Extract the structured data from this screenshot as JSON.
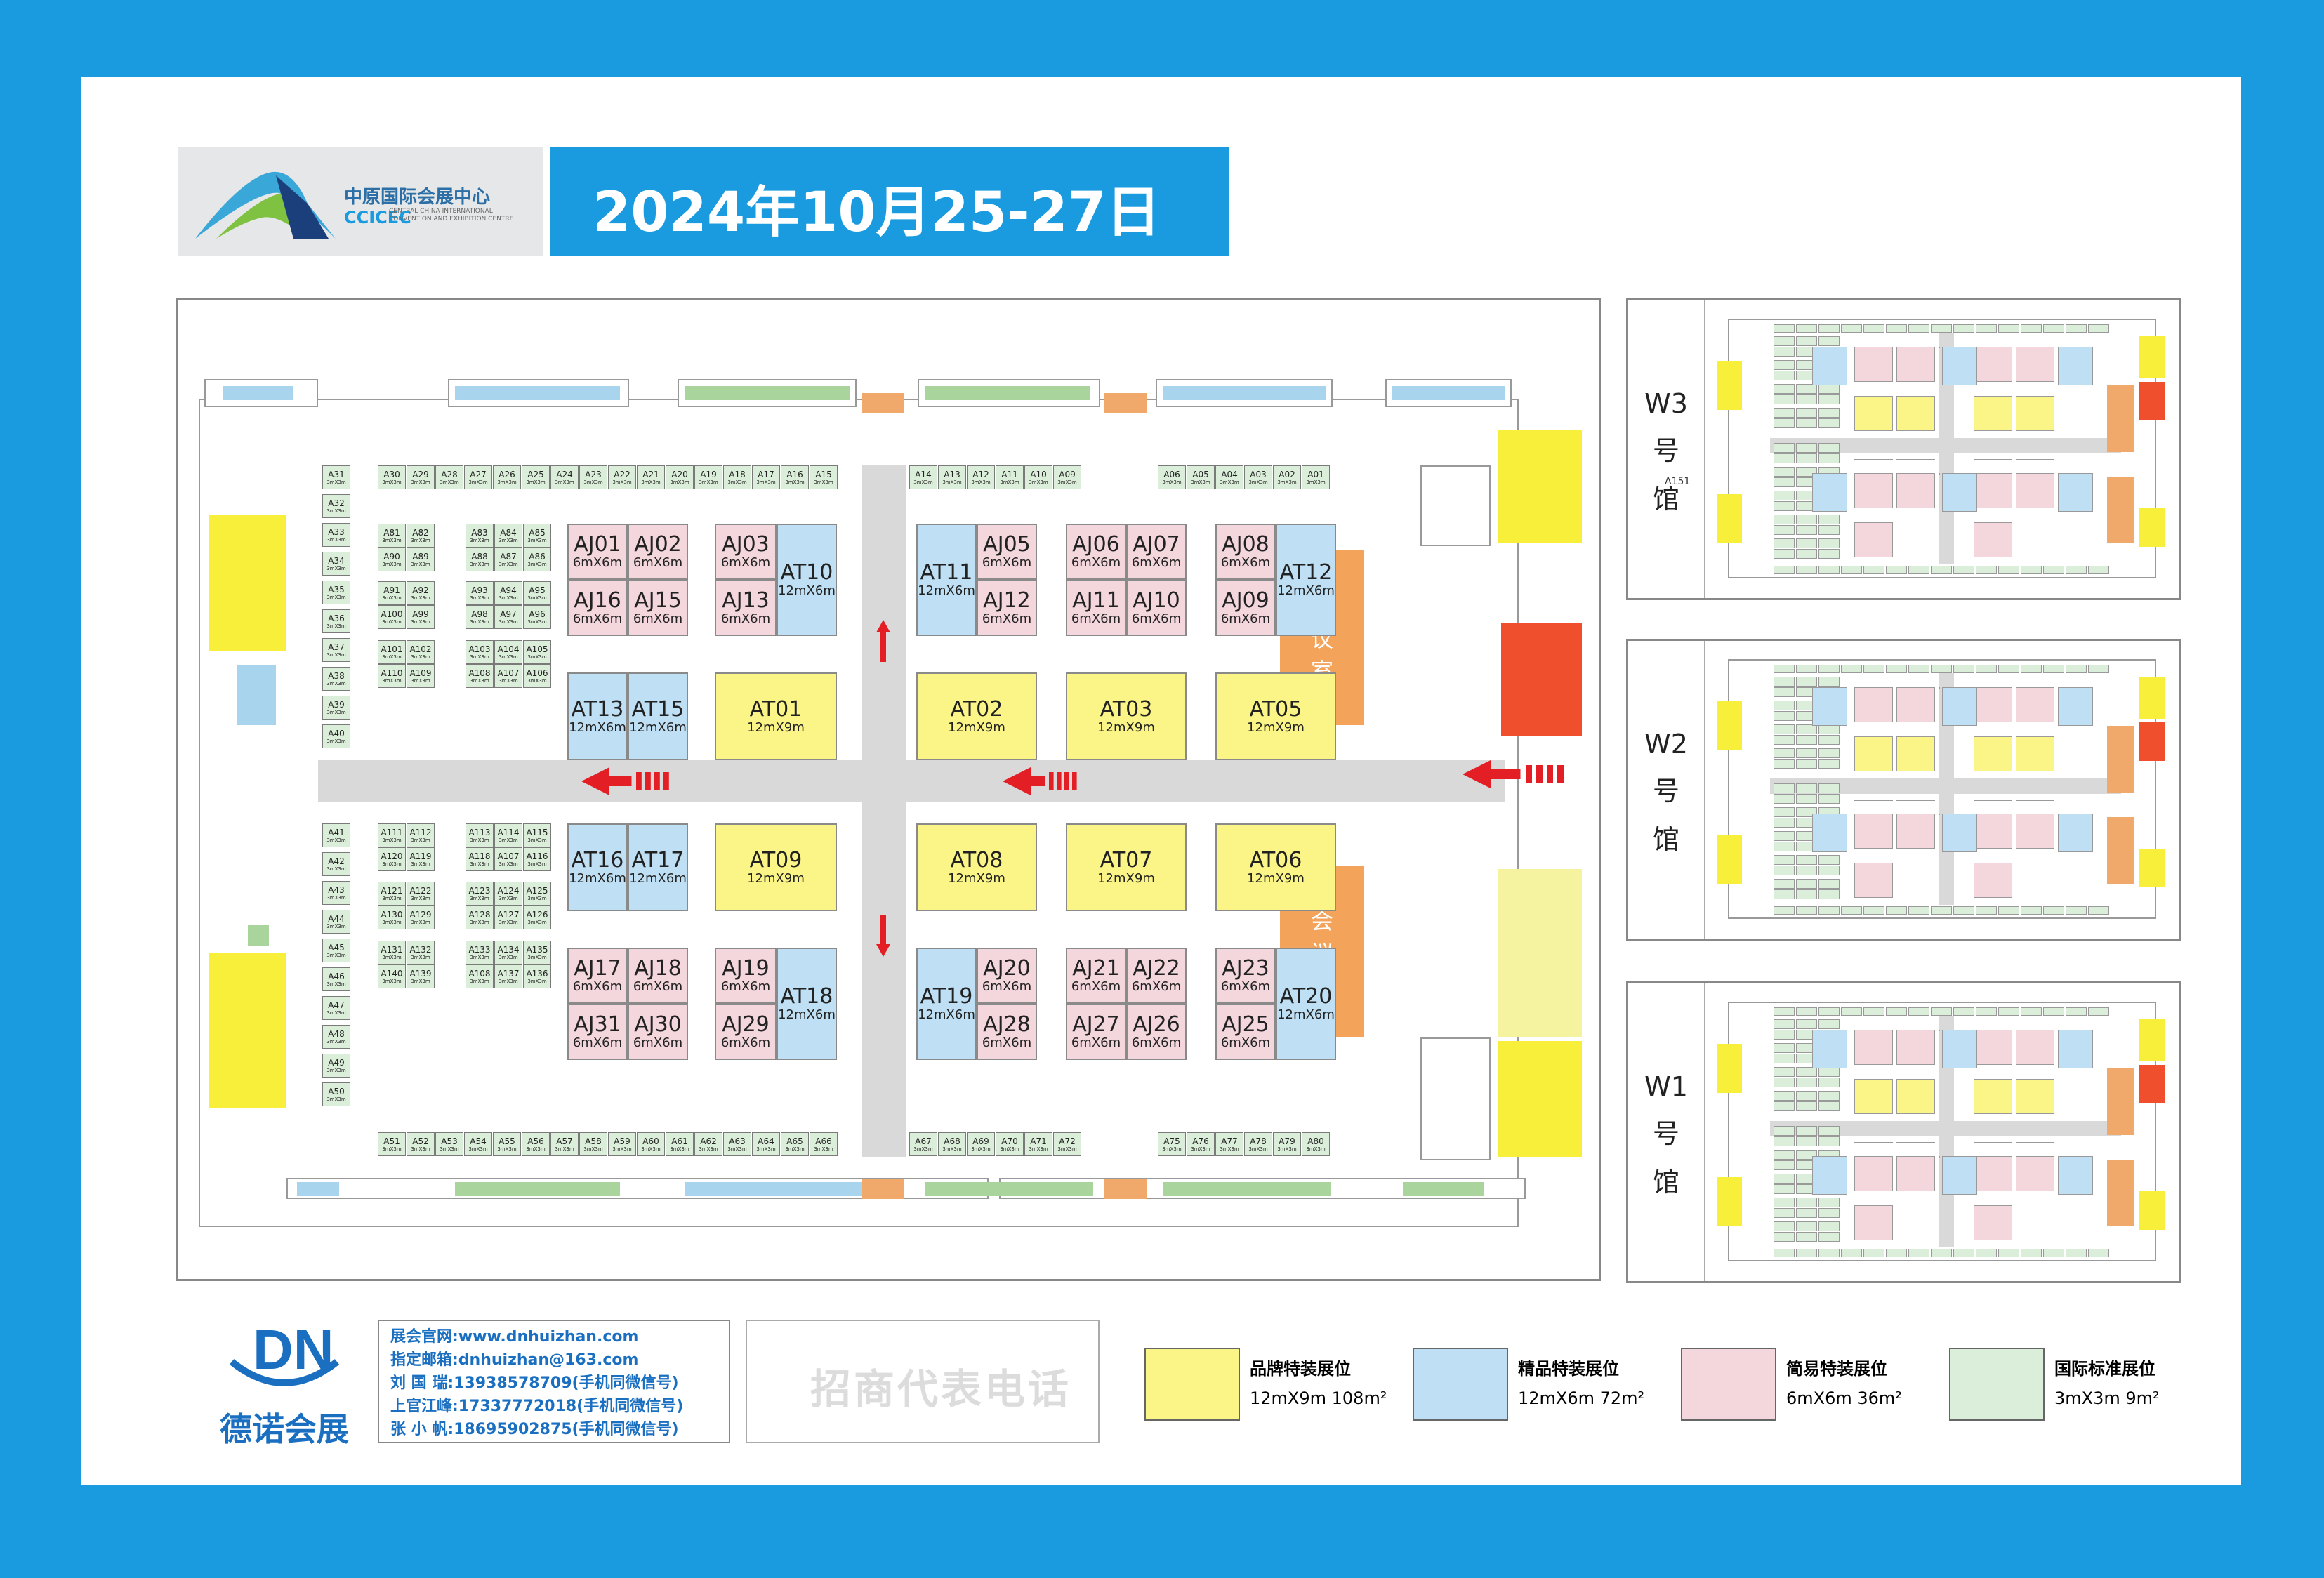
{
  "header": {
    "venue_cn": "中原国际会展中心",
    "venue_abbr": "CCICEC",
    "venue_en": "CENTRAL CHINA INTERNATIONAL CONVENTION AND EXHIBITION CENTRE",
    "date": "2024年10月25-27日"
  },
  "map": {
    "at_booths": [
      {
        "id": "AT01",
        "size": "12mX9m"
      },
      {
        "id": "AT02",
        "size": "12mX9m"
      },
      {
        "id": "AT03",
        "size": "12mX9m"
      },
      {
        "id": "AT05",
        "size": "12mX9m"
      },
      {
        "id": "AT09",
        "size": "12mX9m"
      },
      {
        "id": "AT08",
        "size": "12mX9m"
      },
      {
        "id": "AT07",
        "size": "12mX9m"
      },
      {
        "id": "AT06",
        "size": "12mX9m"
      }
    ],
    "blue_booths": [
      {
        "id": "AT10",
        "size": "12mX6m"
      },
      {
        "id": "AT11",
        "size": "12mX6m"
      },
      {
        "id": "AT12",
        "size": "12mX6m"
      },
      {
        "id": "AT13",
        "size": "12mX6m"
      },
      {
        "id": "AT15",
        "size": "12mX6m"
      },
      {
        "id": "AT16",
        "size": "12mX6m"
      },
      {
        "id": "AT17",
        "size": "12mX6m"
      },
      {
        "id": "AT18",
        "size": "12mX6m"
      },
      {
        "id": "AT19",
        "size": "12mX6m"
      },
      {
        "id": "AT20",
        "size": "12mX6m"
      }
    ],
    "aj_booths": [
      {
        "id": "AJ01",
        "size": "6mX6m"
      },
      {
        "id": "AJ02",
        "size": "6mX6m"
      },
      {
        "id": "AJ16",
        "size": "6mX6m"
      },
      {
        "id": "AJ15",
        "size": "6mX6m"
      },
      {
        "id": "AJ03",
        "size": "6mX6m"
      },
      {
        "id": "AJ13",
        "size": "6mX6m"
      },
      {
        "id": "AJ05",
        "size": "6mX6m"
      },
      {
        "id": "AJ12",
        "size": "6mX6m"
      },
      {
        "id": "AJ06",
        "size": "6mX6m"
      },
      {
        "id": "AJ07",
        "size": "6mX6m"
      },
      {
        "id": "AJ11",
        "size": "6mX6m"
      },
      {
        "id": "AJ10",
        "size": "6mX6m"
      },
      {
        "id": "AJ08",
        "size": "6mX6m"
      },
      {
        "id": "AJ09",
        "size": "6mX6m"
      },
      {
        "id": "AJ17",
        "size": "6mX6m"
      },
      {
        "id": "AJ18",
        "size": "6mX6m"
      },
      {
        "id": "AJ31",
        "size": "6mX6m"
      },
      {
        "id": "AJ30",
        "size": "6mX6m"
      },
      {
        "id": "AJ19",
        "size": "6mX6m"
      },
      {
        "id": "AJ29",
        "size": "6mX6m"
      },
      {
        "id": "AJ20",
        "size": "6mX6m"
      },
      {
        "id": "AJ28",
        "size": "6mX6m"
      },
      {
        "id": "AJ21",
        "size": "6mX6m"
      },
      {
        "id": "AJ22",
        "size": "6mX6m"
      },
      {
        "id": "AJ27",
        "size": "6mX6m"
      },
      {
        "id": "AJ26",
        "size": "6mX6m"
      },
      {
        "id": "AJ23",
        "size": "6mX6m"
      },
      {
        "id": "AJ25",
        "size": "6mX6m"
      }
    ],
    "a_size": "3mX3m",
    "top_row_left": [
      "A30",
      "A29",
      "A28",
      "A27",
      "A26",
      "A25",
      "A24",
      "A23",
      "A22",
      "A21",
      "A20",
      "A19",
      "A18",
      "A17",
      "A16",
      "A15"
    ],
    "top_row_mid": [
      "A14",
      "A13",
      "A12",
      "A11",
      "A10",
      "A09"
    ],
    "top_row_right": [
      "A06",
      "A05",
      "A04",
      "A03",
      "A02",
      "A01"
    ],
    "bottom_row_left": [
      "A51",
      "A52",
      "A53",
      "A54",
      "A55",
      "A56",
      "A57",
      "A58",
      "A59",
      "A60",
      "A61",
      "A62",
      "A63",
      "A64",
      "A65",
      "A66"
    ],
    "bottom_row_mid": [
      "A67",
      "A68",
      "A69",
      "A70",
      "A71",
      "A72"
    ],
    "bottom_row_right": [
      "A75",
      "A76",
      "A77",
      "A78",
      "A79",
      "A80"
    ],
    "left_col_top": [
      "A31",
      "A32",
      "A33",
      "A34",
      "A35",
      "A36",
      "A37",
      "A38",
      "A39",
      "A40"
    ],
    "left_col_bottom": [
      "A41",
      "A42",
      "A43",
      "A44",
      "A45",
      "A46",
      "A47",
      "A48",
      "A49",
      "A50"
    ],
    "grid_blocks": [
      [
        "A81",
        "A82",
        "A83",
        "A84",
        "A85"
      ],
      [
        "A90",
        "A89",
        "A88",
        "A87",
        "A86"
      ],
      [
        "A91",
        "A92",
        "A93",
        "A94",
        "A95"
      ],
      [
        "A100",
        "A99",
        "A98",
        "A97",
        "A96"
      ],
      [
        "A101",
        "A102",
        "A103",
        "A104",
        "A105"
      ],
      [
        "A110",
        "A109",
        "A108",
        "A107",
        "A106"
      ],
      [
        "A111",
        "A112",
        "A113",
        "A114",
        "A115"
      ],
      [
        "A120",
        "A119",
        "A118",
        "A107",
        "A116"
      ],
      [
        "A121",
        "A122",
        "A123",
        "A124",
        "A125"
      ],
      [
        "A130",
        "A129",
        "A128",
        "A127",
        "A126"
      ],
      [
        "A131",
        "A132",
        "A133",
        "A134",
        "A135"
      ],
      [
        "A140",
        "A139",
        "A108",
        "A137",
        "A136"
      ]
    ],
    "meeting_room": [
      "会",
      "议",
      "室"
    ]
  },
  "halls": [
    {
      "name": [
        "W3",
        "号",
        "馆"
      ],
      "note": "A151"
    },
    {
      "name": [
        "W2",
        "号",
        "馆"
      ]
    },
    {
      "name": [
        "W1",
        "号",
        "馆"
      ]
    }
  ],
  "contact": {
    "website": "展会官网:www.dnhuizhan.com",
    "email": "指定邮箱:dnhuizhan@163.com",
    "p1": "刘 国 瑞:13938578709(手机同微信号)",
    "p2": "上官江峰:17337772018(手机同微信号)",
    "p3": "张 小 帆:18695902875(手机同微信号)"
  },
  "company": {
    "name": "德诺会展"
  },
  "rep_label": "招商代表电话",
  "legend": [
    {
      "title": "品牌特装展位",
      "size": "12mX9m  108m²",
      "color": "#fbf486"
    },
    {
      "title": "精品特装展位",
      "size": "12mX6m  72m²",
      "color": "#bfe0f4"
    },
    {
      "title": "简易特装展位",
      "size": "6mX6m  36m²",
      "color": "#f4d6dd"
    },
    {
      "title": "国际标准展位",
      "size": "3mX3m  9m²",
      "color": "#dbeed9"
    }
  ]
}
